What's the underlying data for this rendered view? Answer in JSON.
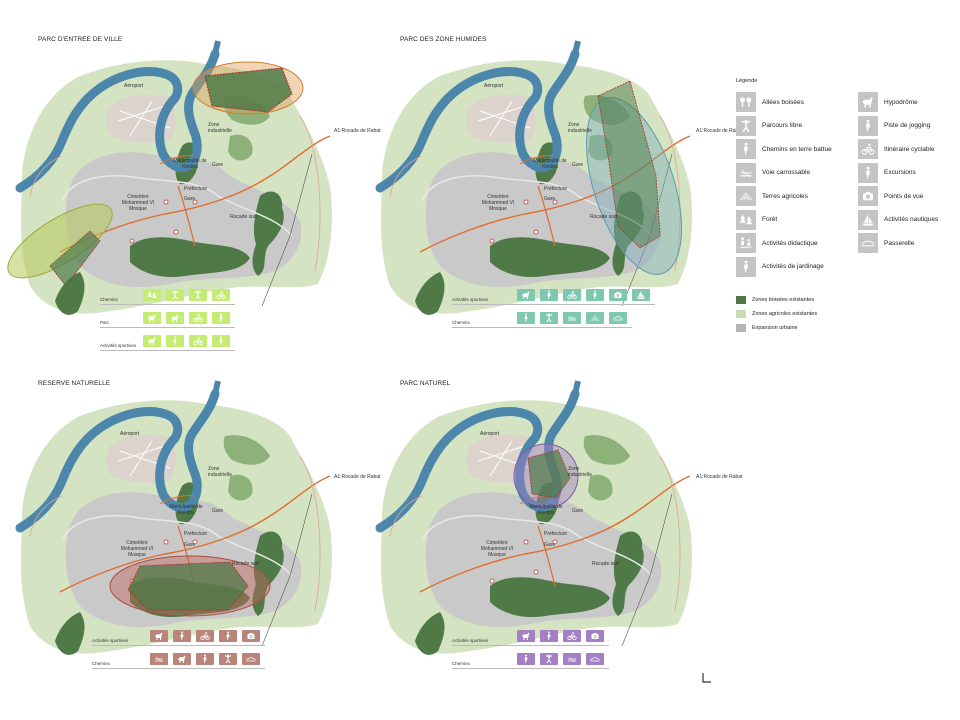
{
  "colors": {
    "wooded": "#4f7a48",
    "agricultural": "#c9dcb2",
    "urban": "#c3c3c3",
    "river": "#4c86aa",
    "road": "#e06c2e",
    "p1_tiles": "#c5ec72",
    "p2_tiles": "#7fc8b0",
    "p3_tiles": "#b9857a",
    "p4_tiles": "#a47fc4",
    "legend_box": "#c4c4c4"
  },
  "panels": [
    {
      "title": "PARC D'ENTREE DE VILLE",
      "labels": [
        "Aéroport",
        "Zone industrielle",
        "Municipalité de Kenitra",
        "Gare",
        "Préfecture",
        "Gare",
        "Cimetière Mohammed VI Mosque",
        "Rocade sud"
      ],
      "rocade": "A1:Rocade de Rabat",
      "rows": [
        {
          "name": "Chemins",
          "icons": [
            "foret",
            "parcours",
            "parcours",
            "cycle"
          ]
        },
        {
          "name": "Parc",
          "icons": [
            "horse",
            "horse",
            "cycle",
            "walker"
          ]
        },
        {
          "name": "Activités sportives",
          "icons": [
            "horse",
            "walker",
            "cycle",
            "walker"
          ]
        }
      ]
    },
    {
      "title": "PARC  DES ZONE HUMIDES",
      "labels": [
        "Aéroport",
        "Zone industrielle",
        "Municipalité de Kenitra",
        "Gare",
        "Préfecture",
        "Gare",
        "Cimetière Mohammed VI Mosque",
        "Rocade sud"
      ],
      "rocade": "A1:Rocade de Rabat",
      "rows": [
        {
          "name": "Activités sportives",
          "icons": [
            "horse",
            "walker",
            "cycle",
            "walker",
            "camera",
            "boat"
          ]
        },
        {
          "name": "Chemins",
          "icons": [
            "walker",
            "parcours",
            "voie",
            "terres",
            "passerelle"
          ]
        }
      ]
    },
    {
      "title": "RESERVE NATURELLE",
      "labels": [
        "Aéroport",
        "Zone industrielle",
        "Municipalité de Kenitra",
        "Gare",
        "Préfecture",
        "Gare",
        "Cimetière Mohammed VI Mosque",
        "Rocade sud"
      ],
      "rocade": "A1:Rocade de Rabat",
      "rows": [
        {
          "name": "Activités sportives",
          "icons": [
            "horse",
            "walker",
            "cycle",
            "walker",
            "camera"
          ]
        },
        {
          "name": "Chemins",
          "icons": [
            "voie",
            "horse",
            "walker",
            "parcours",
            "passerelle"
          ]
        }
      ]
    },
    {
      "title": "PARC NATUREL",
      "labels": [
        "Aéroport",
        "Zone industrielle",
        "Municipalité de Kenitra",
        "Gare",
        "Préfecture",
        "Gare",
        "Cimetière Mohammed VI Mosque",
        "Rocade sud"
      ],
      "rocade": "A1:Rocade de Rabat",
      "rows": [
        {
          "name": "Activités sportives",
          "icons": [
            "horse",
            "walker",
            "cycle",
            "camera"
          ]
        },
        {
          "name": "Chemins",
          "icons": [
            "walker",
            "parcours",
            "voie",
            "passerelle"
          ]
        }
      ]
    }
  ],
  "legend": {
    "title": "Légende",
    "col1": [
      {
        "label": "Allées boisées",
        "icon": "trees"
      },
      {
        "label": "Parcours libre",
        "icon": "parcours"
      },
      {
        "label": "Chemins en terre battue",
        "icon": "walker"
      },
      {
        "label": "Voie carrossable",
        "icon": "voie"
      },
      {
        "label": "Terres agricoles",
        "icon": "terres"
      },
      {
        "label": "Forêt",
        "icon": "foret"
      },
      {
        "label": "Activités didactique",
        "icon": "didactique"
      },
      {
        "label": "Activités de jardinage",
        "icon": "walker"
      }
    ],
    "col2": [
      {
        "label": "Hypodrôme",
        "icon": "horse"
      },
      {
        "label": "Piste de jogging",
        "icon": "walker"
      },
      {
        "label": "Itinéraire cyclable",
        "icon": "cycle"
      },
      {
        "label": "Excursions",
        "icon": "walker"
      },
      {
        "label": "Points de vue",
        "icon": "camera"
      },
      {
        "label": "Activités nautiques",
        "icon": "boat"
      },
      {
        "label": "Passerelle",
        "icon": "passerelle"
      }
    ],
    "zones": [
      {
        "label": "Zones boisées existantes",
        "color": "#4f7a48"
      },
      {
        "label": "Zones agricoles existantes",
        "color": "#c9dcb2"
      },
      {
        "label": "Expansion urbaine",
        "color": "#b5b5b5"
      }
    ]
  }
}
